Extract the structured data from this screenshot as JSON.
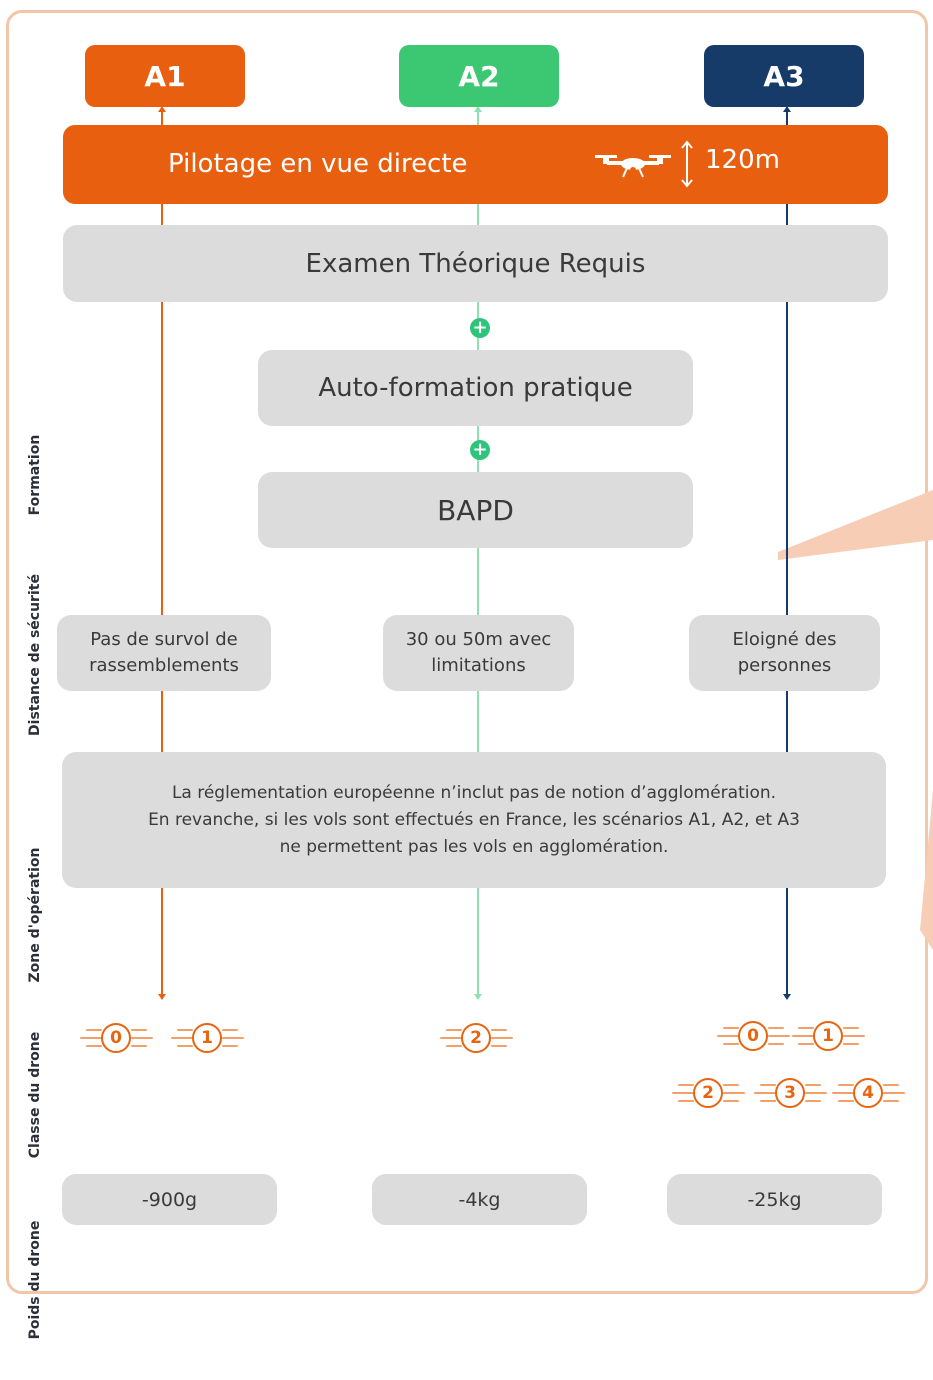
{
  "colors": {
    "a1": "#e8600f",
    "a2": "#3cc872",
    "a3": "#163b69",
    "gray": "#dcdcdc",
    "green_plus": "#2ec47a",
    "frame": "#f2c6a8"
  },
  "columns": [
    {
      "label": "A1"
    },
    {
      "label": "A2"
    },
    {
      "label": "A3"
    }
  ],
  "categories": {
    "formation": "Formation",
    "distance": "Distance de sécurité",
    "zone": "Zone d'opération",
    "classe": "Classe du drone",
    "poids": "Poids du drone"
  },
  "pilotage": {
    "label": "Pilotage en vue directe",
    "altitude": "120m",
    "icon": "drone-icon"
  },
  "training": {
    "examen": "Examen Théorique Requis",
    "plus_symbol": "+",
    "auto_formation": "Auto-formation pratique",
    "bapd": "BAPD"
  },
  "distances": [
    {
      "line1": "Pas de survol de",
      "line2": "rassemblements"
    },
    {
      "line1": "30 ou 50m avec",
      "line2": "limitations"
    },
    {
      "line1": "Eloigné des",
      "line2": "personnes"
    }
  ],
  "zone": {
    "line1": "La réglementation européenne n’inclut pas de notion d’agglomération.",
    "line2": "En revanche, si les vols sont effectués en France, les scénarios A1, A2, et A3",
    "line3": "ne permettent pas les vols en agglomération."
  },
  "classes": {
    "a1": [
      "0",
      "1"
    ],
    "a2": [
      "2"
    ],
    "a3_row1": [
      "0",
      "1"
    ],
    "a3_row2": [
      "2",
      "3",
      "4"
    ]
  },
  "weights": [
    "-900g",
    "-4kg",
    "-25kg"
  ]
}
